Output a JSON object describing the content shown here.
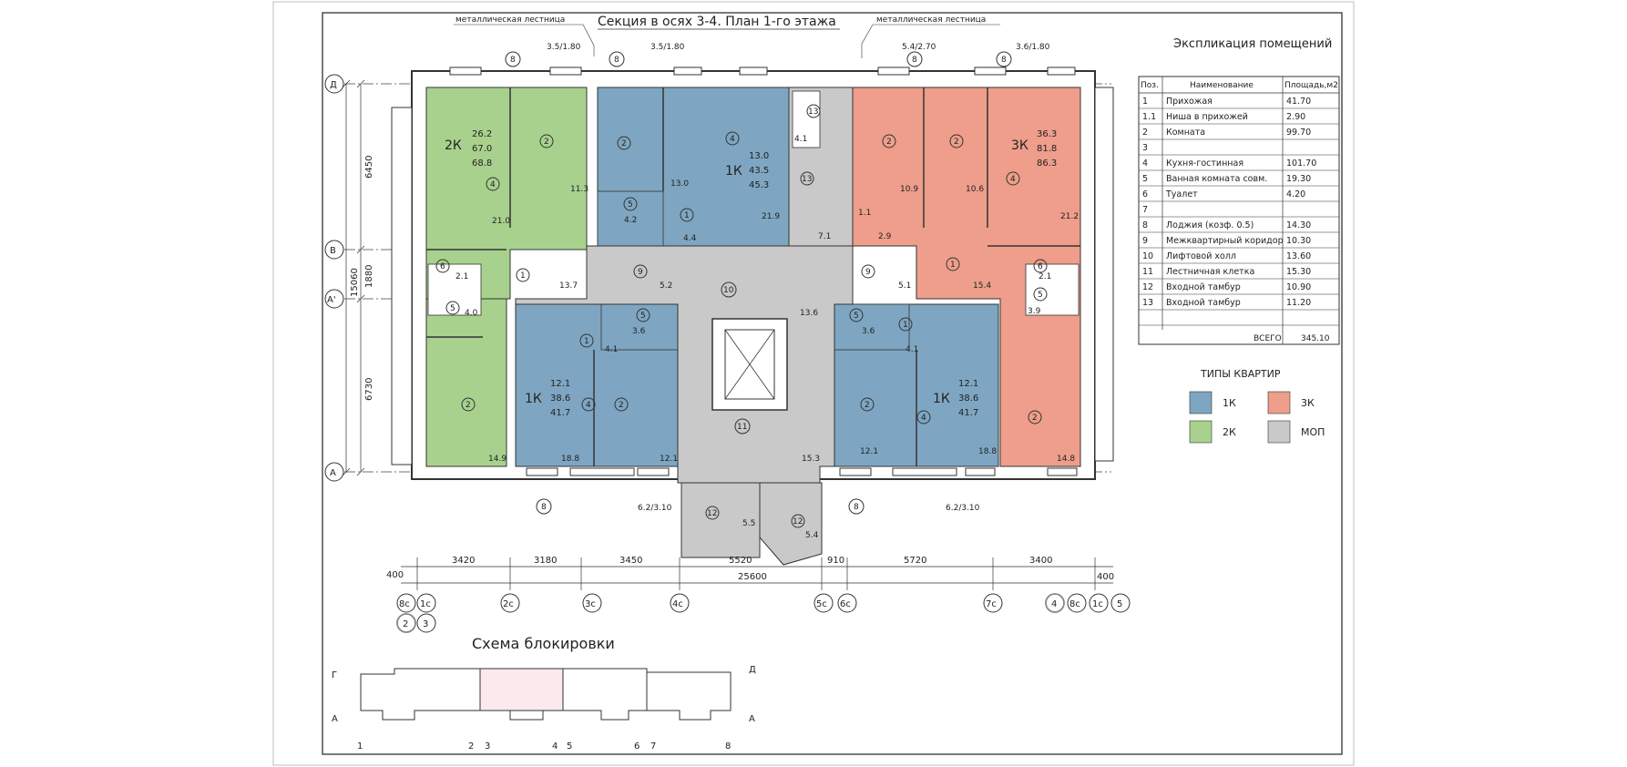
{
  "title": "Секция в осях 3-4. План 1-го этажа",
  "stair_notes": [
    "металлическая лестница",
    "металлическая лестница"
  ],
  "window_marks": [
    "3.5/1.80",
    "3.5/1.80",
    "5.4/2.70",
    "3.6/1.80",
    "6.2/3.10",
    "6.2/3.10"
  ],
  "window_type": "8",
  "dimensions": {
    "left": [
      "6450",
      "1880",
      "6730"
    ],
    "total_left": "15060",
    "bottom": [
      "400",
      "3420",
      "3180",
      "3450",
      "5520",
      "910",
      "5720",
      "3400",
      "400"
    ],
    "total_bottom": "25600"
  },
  "axes_rows": [
    "Д",
    "В",
    "А'",
    "А"
  ],
  "axes_cols": [
    "8с",
    "1с",
    "2с",
    "3с",
    "4с",
    "5с",
    "6с",
    "7с",
    "4",
    "8с",
    "1с",
    "5"
  ],
  "axes_cols_sub": [
    "2",
    "3"
  ],
  "apartments": [
    {
      "type": "2К",
      "values": [
        "26.2",
        "67.0",
        "68.8"
      ],
      "color": "#a9d18e"
    },
    {
      "type": "1К",
      "values": [
        "13.0",
        "43.5",
        "45.3"
      ],
      "color": "#7ea6c2"
    },
    {
      "type": "3К",
      "values": [
        "36.3",
        "81.8",
        "86.3"
      ],
      "color": "#ee9e8b"
    },
    {
      "type": "1К",
      "values": [
        "12.1",
        "38.6",
        "41.7"
      ],
      "color": "#7ea6c2"
    },
    {
      "type": "1К",
      "values": [
        "12.1",
        "38.6",
        "41.7"
      ],
      "color": "#7ea6c2"
    }
  ],
  "room_areas": {
    "a": "11.3",
    "b": "21.0",
    "c": "13.7",
    "d": "2.1",
    "e": "4.0",
    "f": "14.9",
    "g": "13.0",
    "h": "4.2",
    "i": "4.4",
    "j": "21.9",
    "k": "4.1",
    "l": "7.1",
    "m": "10.9",
    "n": "10.6",
    "o": "1.1",
    "p": "2.9",
    "q": "21.2",
    "r": "15.4",
    "s": "2.1",
    "t": "3.9",
    "u": "14.8",
    "v": "5.2",
    "w": "13.6",
    "x": "5.1",
    "y": "3.6",
    "z": "4.1",
    "aa": "18.8",
    "ab": "12.1",
    "ac": "15.3",
    "ad": "3.6",
    "ae": "4.1",
    "af": "12.1",
    "ag": "18.8",
    "ah": "5.5",
    "ai": "5.4"
  },
  "room_numbers": [
    "1",
    "2",
    "4",
    "5",
    "6",
    "9",
    "10",
    "11",
    "12",
    "13"
  ],
  "table": {
    "title": "Экспликация помещений",
    "headers": [
      "Поз.",
      "Наименование",
      "Площадь,м2"
    ],
    "rows": [
      [
        "1",
        "Прихожая",
        "41.70"
      ],
      [
        "1.1",
        "Ниша в прихожей",
        "2.90"
      ],
      [
        "2",
        "Комната",
        "99.70"
      ],
      [
        "3",
        "",
        ""
      ],
      [
        "4",
        "Кухня-гостинная",
        "101.70"
      ],
      [
        "5",
        "Ванная комната совм.",
        "19.30"
      ],
      [
        "6",
        "Туалет",
        "4.20"
      ],
      [
        "7",
        "",
        ""
      ],
      [
        "8",
        "Лоджия (козф. 0.5)",
        "14.30"
      ],
      [
        "9",
        "Межквартирный коридор",
        "10.30"
      ],
      [
        "10",
        "Лифтовой холл",
        "13.60"
      ],
      [
        "11",
        "Лестничная клетка",
        "15.30"
      ],
      [
        "12",
        "Входной тамбур",
        "10.90"
      ],
      [
        "13",
        "Входной тамбур",
        "11.20"
      ],
      [
        "",
        "",
        ""
      ]
    ],
    "total_label": "ВСЕГО",
    "total_value": "345.10"
  },
  "legend": {
    "title": "ТИПЫ КВАРТИР",
    "items": [
      {
        "label": "1К",
        "color": "#7ea6c2"
      },
      {
        "label": "3К",
        "color": "#ee9e8b"
      },
      {
        "label": "2К",
        "color": "#a9d18e"
      },
      {
        "label": "МОП",
        "color": "#c9c9c9"
      }
    ]
  },
  "scheme": {
    "title": "Схема блокировки",
    "row_labels": [
      "Г",
      "А",
      "Д",
      "А"
    ],
    "col_labels": [
      "1",
      "2",
      "3",
      "4",
      "5",
      "6",
      "7",
      "8"
    ],
    "highlight_color": "#fbe9ee"
  },
  "colors": {
    "mop": "#c9c9c9",
    "wall": "#ffffff",
    "line": "#333333"
  }
}
